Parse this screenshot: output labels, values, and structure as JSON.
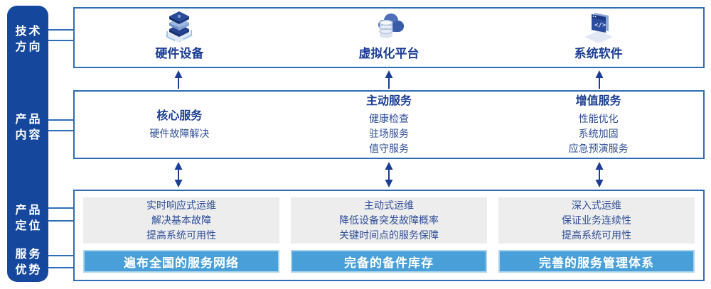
{
  "palette": {
    "sidebar_bg": "#15489d",
    "box_border": "#2e6db6",
    "heading_text": "#1b3d94",
    "body_text": "#2f4e96",
    "gray_panel_bg": "#ededed",
    "bar_bg": "#49a0d8",
    "bar_border": "#a9d3ee",
    "arrow": "#1b3d94"
  },
  "sidebar": {
    "items": [
      {
        "id": "tech-direction",
        "line1": "技术",
        "line2": "方向"
      },
      {
        "id": "product-content",
        "line1": "产品",
        "line2": "内容"
      },
      {
        "id": "product-positioning",
        "line1": "产品",
        "line2": "定位"
      },
      {
        "id": "service-advantage",
        "line1": "服务",
        "line2": "优势"
      }
    ]
  },
  "tech_row": {
    "items": [
      {
        "icon": "server-stack-icon",
        "label": "硬件设备"
      },
      {
        "icon": "cloud-database-icon",
        "label": "虚拟化平台"
      },
      {
        "icon": "code-window-icon",
        "label": "系统软件"
      }
    ]
  },
  "content_row": {
    "columns": [
      {
        "title": "核心服务",
        "items": [
          "硬件故障解决"
        ]
      },
      {
        "title": "主动服务",
        "items": [
          "健康检查",
          "驻场服务",
          "值守服务"
        ]
      },
      {
        "title": "增值服务",
        "items": [
          "性能优化",
          "系统加固",
          "应急预演服务"
        ]
      }
    ]
  },
  "positioning_row": {
    "columns": [
      {
        "lines": [
          "实时响应式运维",
          "解决基本故障",
          "提高系统可用性"
        ],
        "bar": "遍布全国的服务网络"
      },
      {
        "lines": [
          "主动式运维",
          "降低设备突发故障概率",
          "关键时间点的服务保障"
        ],
        "bar": "完备的备件库存"
      },
      {
        "lines": [
          "深入式运维",
          "保证业务连续性",
          "提高系统可用性"
        ],
        "bar": "完善的服务管理体系"
      }
    ]
  }
}
